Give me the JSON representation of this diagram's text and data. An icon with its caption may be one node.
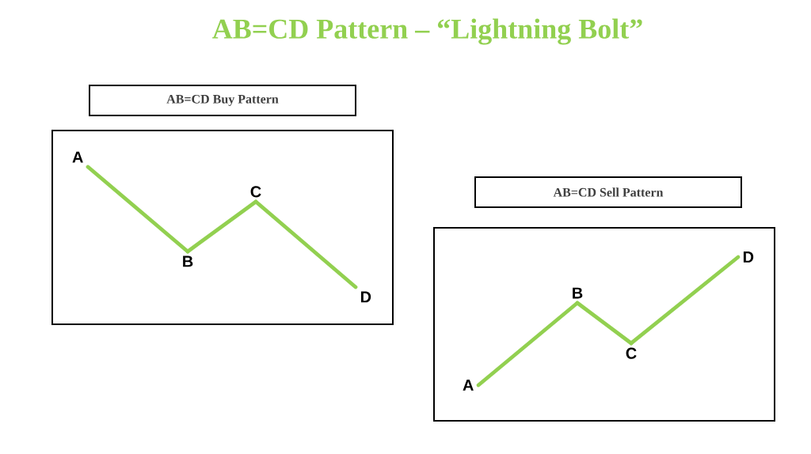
{
  "diagram": {
    "title": "AB=CD Pattern – “Lightning Bolt”",
    "nodes": [
      {
        "text": [
          "AB=CD Buy Pattern"
        ]
      },
      {
        "text": [],
        "shape": "box"
      },
      {
        "text": [
          "A"
        ],
        "in": 1
      },
      {
        "text": [
          "B"
        ],
        "in": 1
      },
      {
        "text": [
          "C"
        ],
        "in": 1
      },
      {
        "text": [
          "D"
        ],
        "in": 1
      },
      {
        "text": [
          "AB=CD Sell Pattern"
        ]
      },
      {
        "text": [],
        "shape": "box"
      },
      {
        "text": [
          "A"
        ],
        "in": 7
      },
      {
        "text": [
          "B"
        ],
        "in": 7
      },
      {
        "text": [
          "C"
        ],
        "in": 7
      },
      {
        "text": [
          "D"
        ],
        "in": 7
      }
    ],
    "edges": [
      {
        "from": 2,
        "to": 3,
        "arrow": "none",
        "color": "#92d050"
      },
      {
        "from": 3,
        "to": 4,
        "arrow": "none",
        "color": "#92d050"
      },
      {
        "from": 4,
        "to": 5,
        "arrow": "none",
        "color": "#92d050"
      },
      {
        "from": 8,
        "to": 9,
        "arrow": "none",
        "color": "#92d050"
      },
      {
        "from": 9,
        "to": 10,
        "arrow": "none",
        "color": "#92d050"
      },
      {
        "from": 10,
        "to": 11,
        "arrow": "none",
        "color": "#92d050"
      }
    ]
  }
}
